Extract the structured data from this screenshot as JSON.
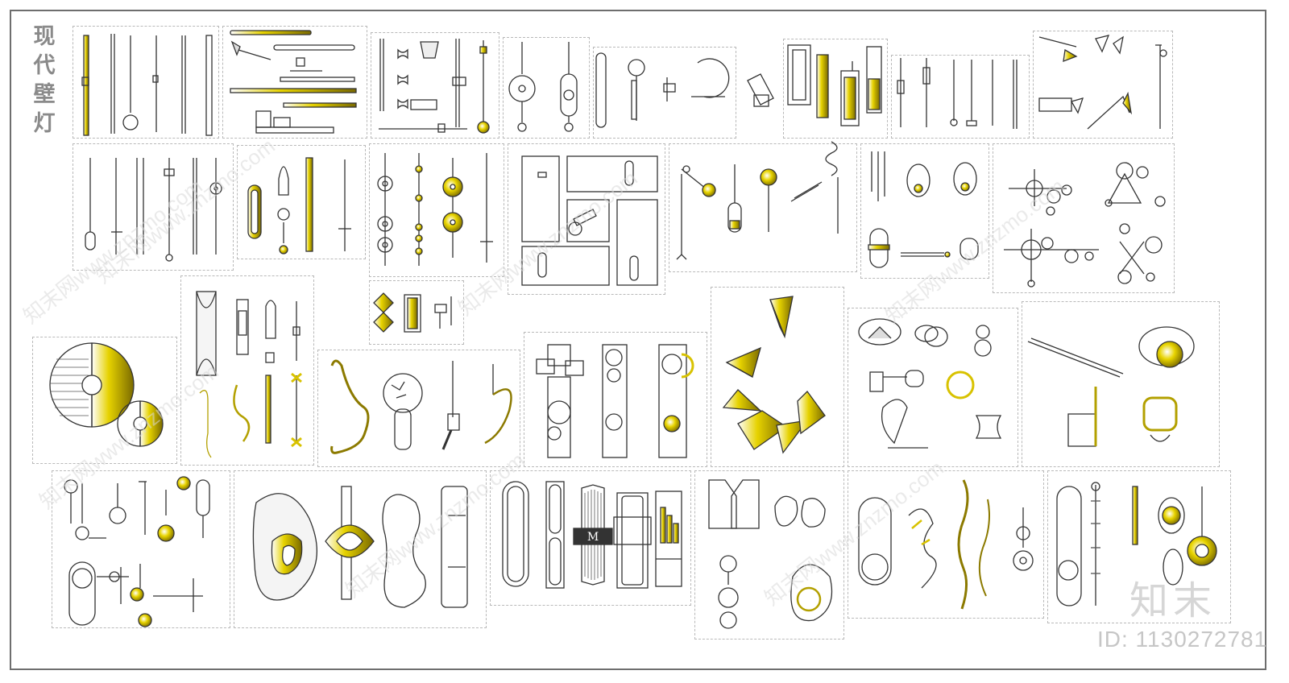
{
  "sheet": {
    "title_chars": [
      "现",
      "代",
      "壁",
      "灯"
    ]
  },
  "watermark": {
    "logo": "知末",
    "id_label": "ID: 1130272781",
    "tile_text": "知末网www.znzmo.com"
  },
  "colors": {
    "gold": "#d8c200",
    "gold_dark": "#8c7a00",
    "line": "#333333",
    "panel_border": "#b9b9b9"
  }
}
